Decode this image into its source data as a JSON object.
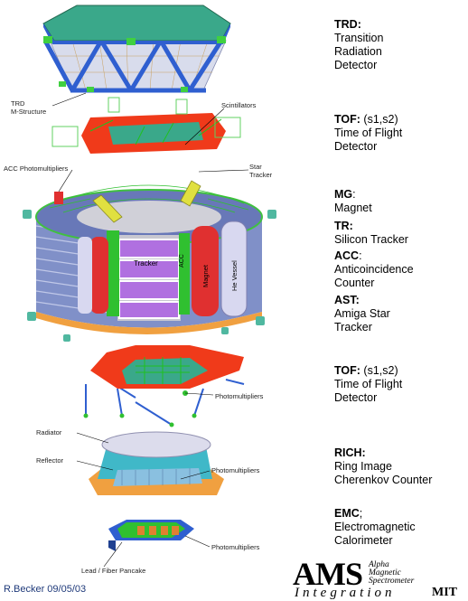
{
  "legend": [
    {
      "abbr": "TRD:",
      "lines": [
        "Transition",
        "Radiation",
        "Detector"
      ]
    },
    {
      "abbr": "TOF:",
      "rest": " (s1,s2)",
      "lines": [
        "Time of Flight",
        "Detector"
      ]
    },
    {
      "abbr": "MG",
      "rest": ":",
      "lines": [
        "Magnet"
      ]
    },
    {
      "abbr": "TR:",
      "lines": [
        "Silicon Tracker"
      ]
    },
    {
      "abbr": "ACC",
      "rest": ":",
      "lines": [
        "Anticoincidence",
        "Counter"
      ]
    },
    {
      "abbr": "AST:",
      "lines": [
        "Amiga Star",
        "Tracker"
      ]
    },
    {
      "abbr": "TOF:",
      "rest": " (s1,s2)",
      "lines": [
        "Time of Flight",
        "Detector"
      ]
    },
    {
      "abbr": "RICH:",
      "lines": [
        "Ring Image",
        "Cherenkov Counter"
      ]
    },
    {
      "abbr": "EMC",
      "rest": ";",
      "lines": [
        "Electromagnetic",
        "Calorimeter"
      ]
    }
  ],
  "callouts": {
    "trd_m_structure": [
      "TRD",
      "M-Structure"
    ],
    "scintillators": "Scintillators",
    "acc_photomultipliers": "ACC Photomultipliers",
    "star_tracker": [
      "Star",
      "Tracker"
    ],
    "tof_photomultipliers": "Photomultipliers",
    "radiator": "Radiator",
    "reflector": "Reflector",
    "rich_photomultipliers": "Photomultipliers",
    "emc_photomultipliers": "Photomultipliers",
    "lead_fiber": "Lead / Fiber Pancake"
  },
  "inner_labels": {
    "tracker": "Tracker",
    "acc": "ACC",
    "magnet": "Magnet",
    "he_vessel": "He Vessel"
  },
  "footer": {
    "author": "R.Becker 09/05/03",
    "ams": "AMS",
    "ams_sub": [
      "Alpha",
      "Magnetic",
      "Spectrometer"
    ],
    "integration": "Integration",
    "mit": "MIT"
  },
  "colors": {
    "frame_blue": "#2f5fd0",
    "deck_green": "#3aa88a",
    "magnet_blue": "#8090c8",
    "tracker_purple": "#b070e0",
    "magnet_red": "#e03030",
    "tof_red": "#f03a1a",
    "rich_cyan": "#40b8c8",
    "orange_ring": "#f0a040",
    "green": "#30c030",
    "yellow": "#e0e040"
  }
}
